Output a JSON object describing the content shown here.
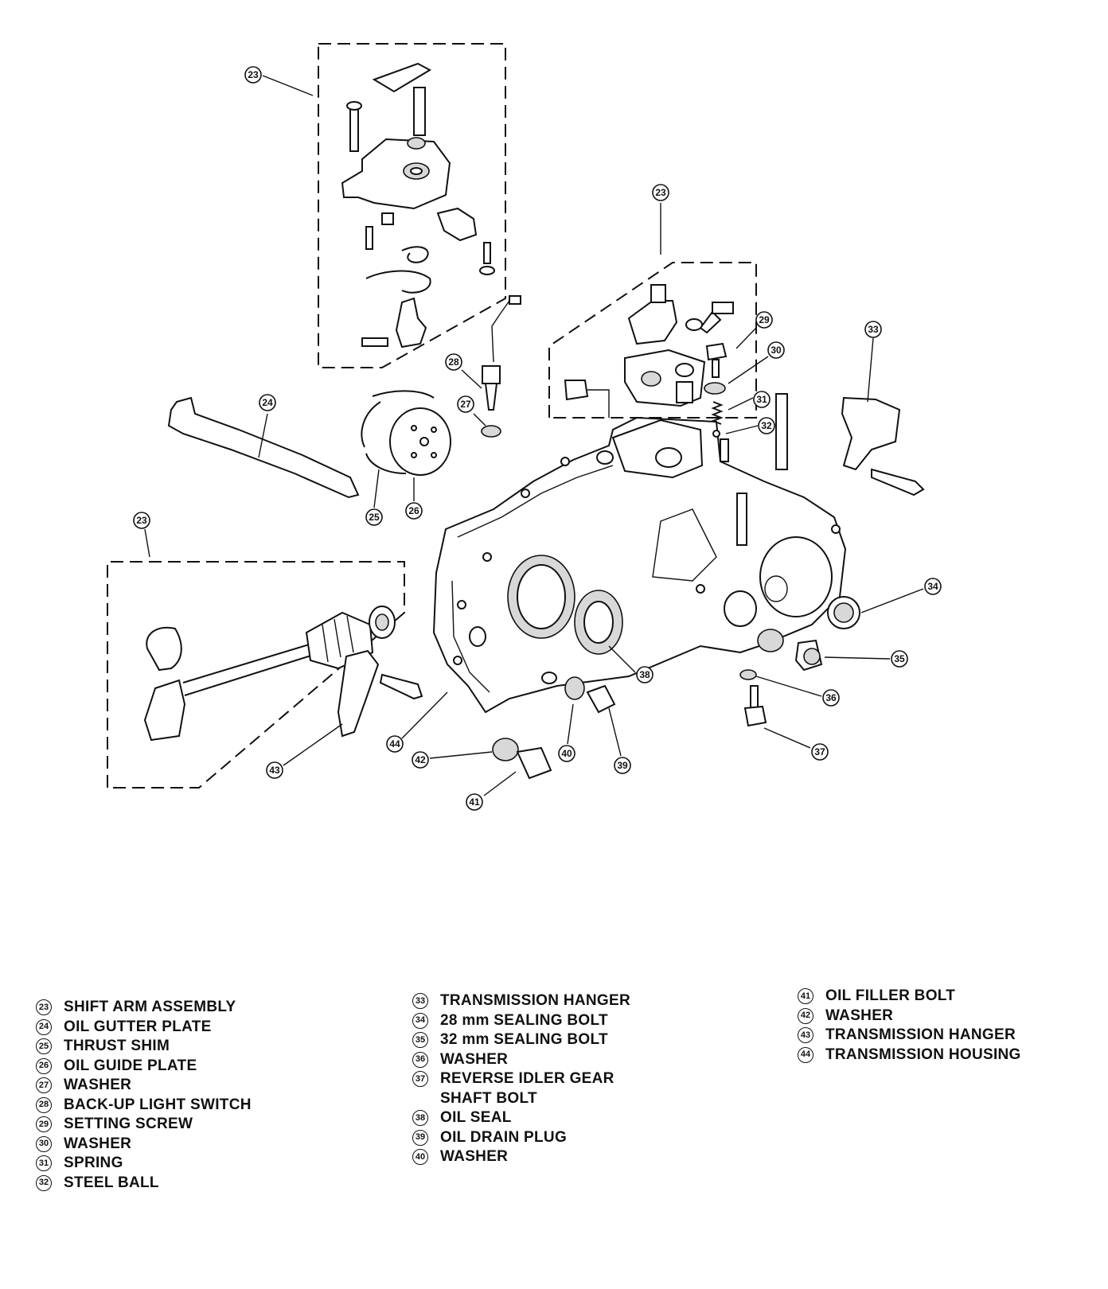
{
  "diagram": {
    "callouts": [
      "23",
      "23",
      "23",
      "24",
      "25",
      "26",
      "27",
      "28",
      "29",
      "30",
      "31",
      "32",
      "33",
      "34",
      "35",
      "36",
      "37",
      "38",
      "39",
      "40",
      "41",
      "42",
      "43",
      "44"
    ]
  },
  "legend": {
    "columns": [
      [
        {
          "num": "23",
          "text": "SHIFT ARM ASSEMBLY"
        },
        {
          "num": "24",
          "text": "OIL GUTTER PLATE"
        },
        {
          "num": "25",
          "text": "THRUST SHIM"
        },
        {
          "num": "26",
          "text": "OIL GUIDE PLATE"
        },
        {
          "num": "27",
          "text": "WASHER"
        },
        {
          "num": "28",
          "text": "BACK-UP LIGHT SWITCH"
        },
        {
          "num": "29",
          "text": "SETTING SCREW"
        },
        {
          "num": "30",
          "text": "WASHER"
        },
        {
          "num": "31",
          "text": "SPRING"
        },
        {
          "num": "32",
          "text": "STEEL BALL"
        }
      ],
      [
        {
          "num": "33",
          "text": "TRANSMISSION HANGER"
        },
        {
          "num": "34",
          "text": "28 mm SEALING BOLT"
        },
        {
          "num": "35",
          "text": "32 mm SEALING BOLT"
        },
        {
          "num": "36",
          "text": "WASHER"
        },
        {
          "num": "37",
          "text": "REVERSE IDLER GEAR\nSHAFT BOLT"
        },
        {
          "num": "38",
          "text": "OIL SEAL"
        },
        {
          "num": "39",
          "text": "OIL DRAIN PLUG"
        },
        {
          "num": "40",
          "text": "WASHER"
        }
      ],
      [
        {
          "num": "41",
          "text": "OIL FILLER BOLT"
        },
        {
          "num": "42",
          "text": "WASHER"
        },
        {
          "num": "43",
          "text": "TRANSMISSION HANGER"
        },
        {
          "num": "44",
          "text": "TRANSMISSION HOUSING"
        }
      ]
    ]
  }
}
